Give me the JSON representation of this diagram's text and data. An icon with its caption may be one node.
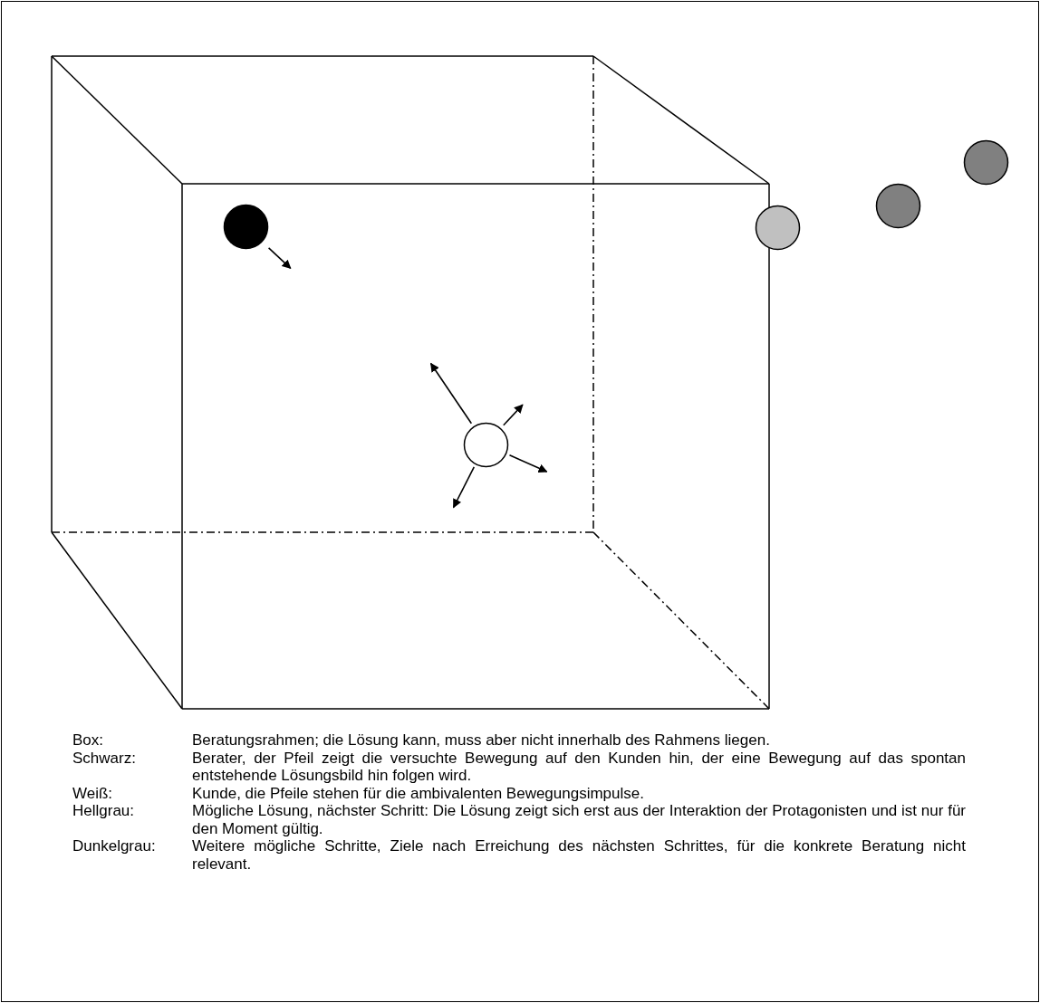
{
  "diagram": {
    "nodes": [
      {
        "text": [],
        "shape": "circle"
      },
      {
        "text": [],
        "shape": "circle"
      },
      {
        "text": [],
        "shape": "circle"
      },
      {
        "text": [],
        "shape": "circle"
      },
      {
        "text": [],
        "shape": "circle"
      }
    ],
    "edges": [
      {
        "from": 0,
        "to": null,
        "arrow": "to"
      },
      {
        "from": 1,
        "to": null,
        "arrow": "to"
      },
      {
        "from": 1,
        "to": null,
        "arrow": "to"
      },
      {
        "from": 1,
        "to": null,
        "arrow": "to"
      },
      {
        "from": 1,
        "to": null,
        "arrow": "to"
      }
    ],
    "labels": [
      "Box:",
      "Beratungsrahmen; die Lösung kann, muss aber nicht innerhalb des Rahmens liegen.",
      "Schwarz:",
      "Berater, der Pfeil zeigt die versuchte Bewegung auf den Kunden hin, der eine Bewegung auf das spontan entstehende Lösungsbild hin folgen wird.",
      "Weiß:",
      "Kunde, die Pfeile stehen für die ambivalenten Bewegungsimpulse.",
      "Hellgrau:",
      "Mögliche Lösung, nächster Schritt: Die Lösung zeigt sich erst aus der Interaktion der Protagonisten und ist nur für den Moment gültig.",
      "Dunkelgrau:",
      "Weitere mögliche Schritte, Ziele nach Erreichung des nächsten Schrittes, für die konkrete Beratung nicht relevant."
    ]
  }
}
